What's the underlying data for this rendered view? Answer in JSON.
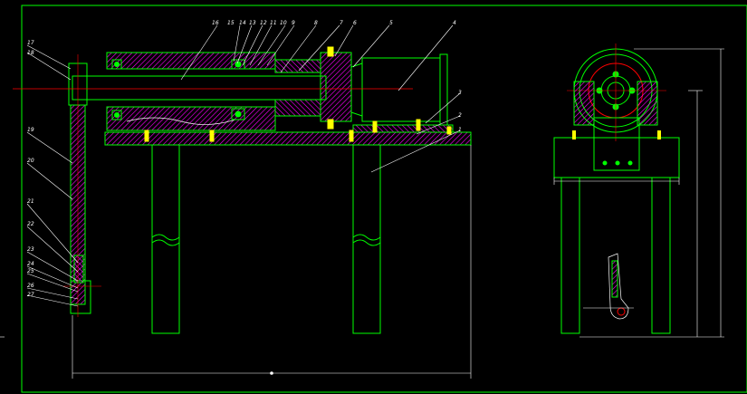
{
  "diagram": {
    "colors": {
      "background": "#000000",
      "outline": "#00ff00",
      "hatch": "#ff00ff",
      "centerline": "#ff0000",
      "leader": "#ffffff",
      "bolt": "#ffff00",
      "frame": "#00ff00"
    },
    "part_labels": [
      "1",
      "2",
      "3",
      "4",
      "5",
      "6",
      "7",
      "8",
      "9",
      "10",
      "11",
      "12",
      "13",
      "14",
      "15",
      "16",
      "17",
      "18",
      "19",
      "20",
      "21",
      "22",
      "23",
      "24",
      "25",
      "26",
      "27"
    ]
  }
}
